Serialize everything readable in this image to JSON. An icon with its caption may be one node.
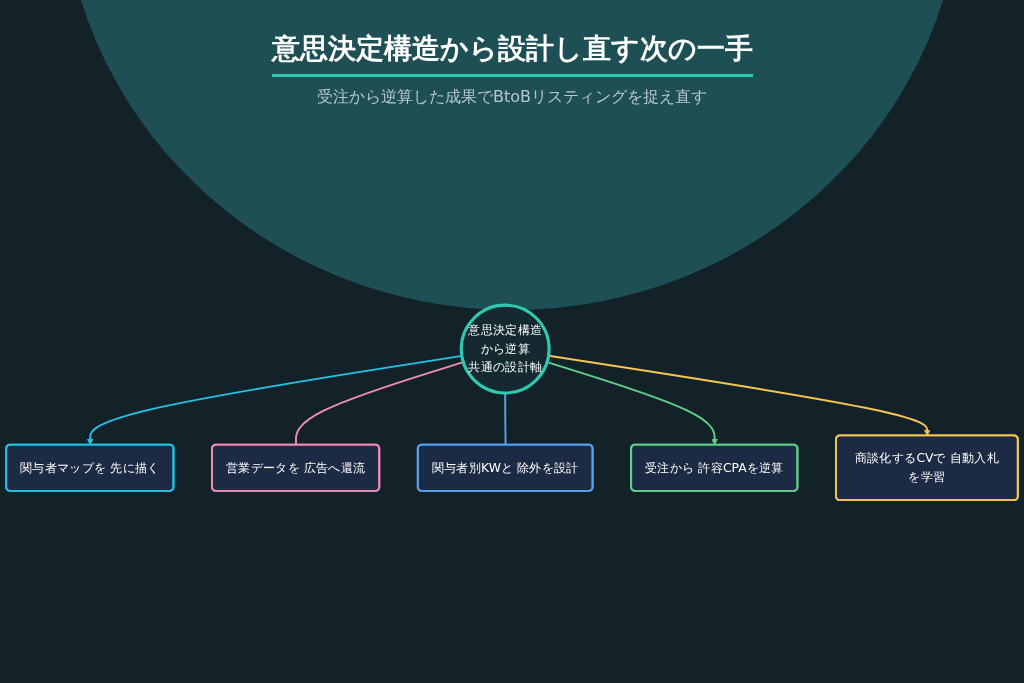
{
  "diagram": {
    "title": "意思決定構造から設計し直す次の一手",
    "caption": "受注から逆算した成果でBtoBリスティングを捉え直す",
    "nodes": [
      {
        "text": [
          "意思決定構造",
          "から逆算",
          "共通の設計軸"
        ]
      },
      {
        "text": [
          "関与者マップを 先に描く"
        ]
      },
      {
        "text": [
          "営業データを 広告へ還流"
        ]
      },
      {
        "text": [
          "関与者別KWと 除外を設計"
        ]
      },
      {
        "text": [
          "受注から 許容CPAを逆算"
        ]
      },
      {
        "text": [
          "商談化するCVで 自動入札を学習"
        ]
      }
    ],
    "edges": [
      {
        "from": 0,
        "to": 1,
        "arrow": "to",
        "color": "#22c3e6"
      },
      {
        "from": 0,
        "to": 2,
        "arrow": "none",
        "color": "#f08cb4"
      },
      {
        "from": 0,
        "to": 3,
        "arrow": "none",
        "color": "#5aa0f0"
      },
      {
        "from": 0,
        "to": 4,
        "arrow": "to",
        "color": "#5fd08a"
      },
      {
        "from": 0,
        "to": 5,
        "arrow": "to",
        "color": "#f5c451"
      }
    ]
  }
}
